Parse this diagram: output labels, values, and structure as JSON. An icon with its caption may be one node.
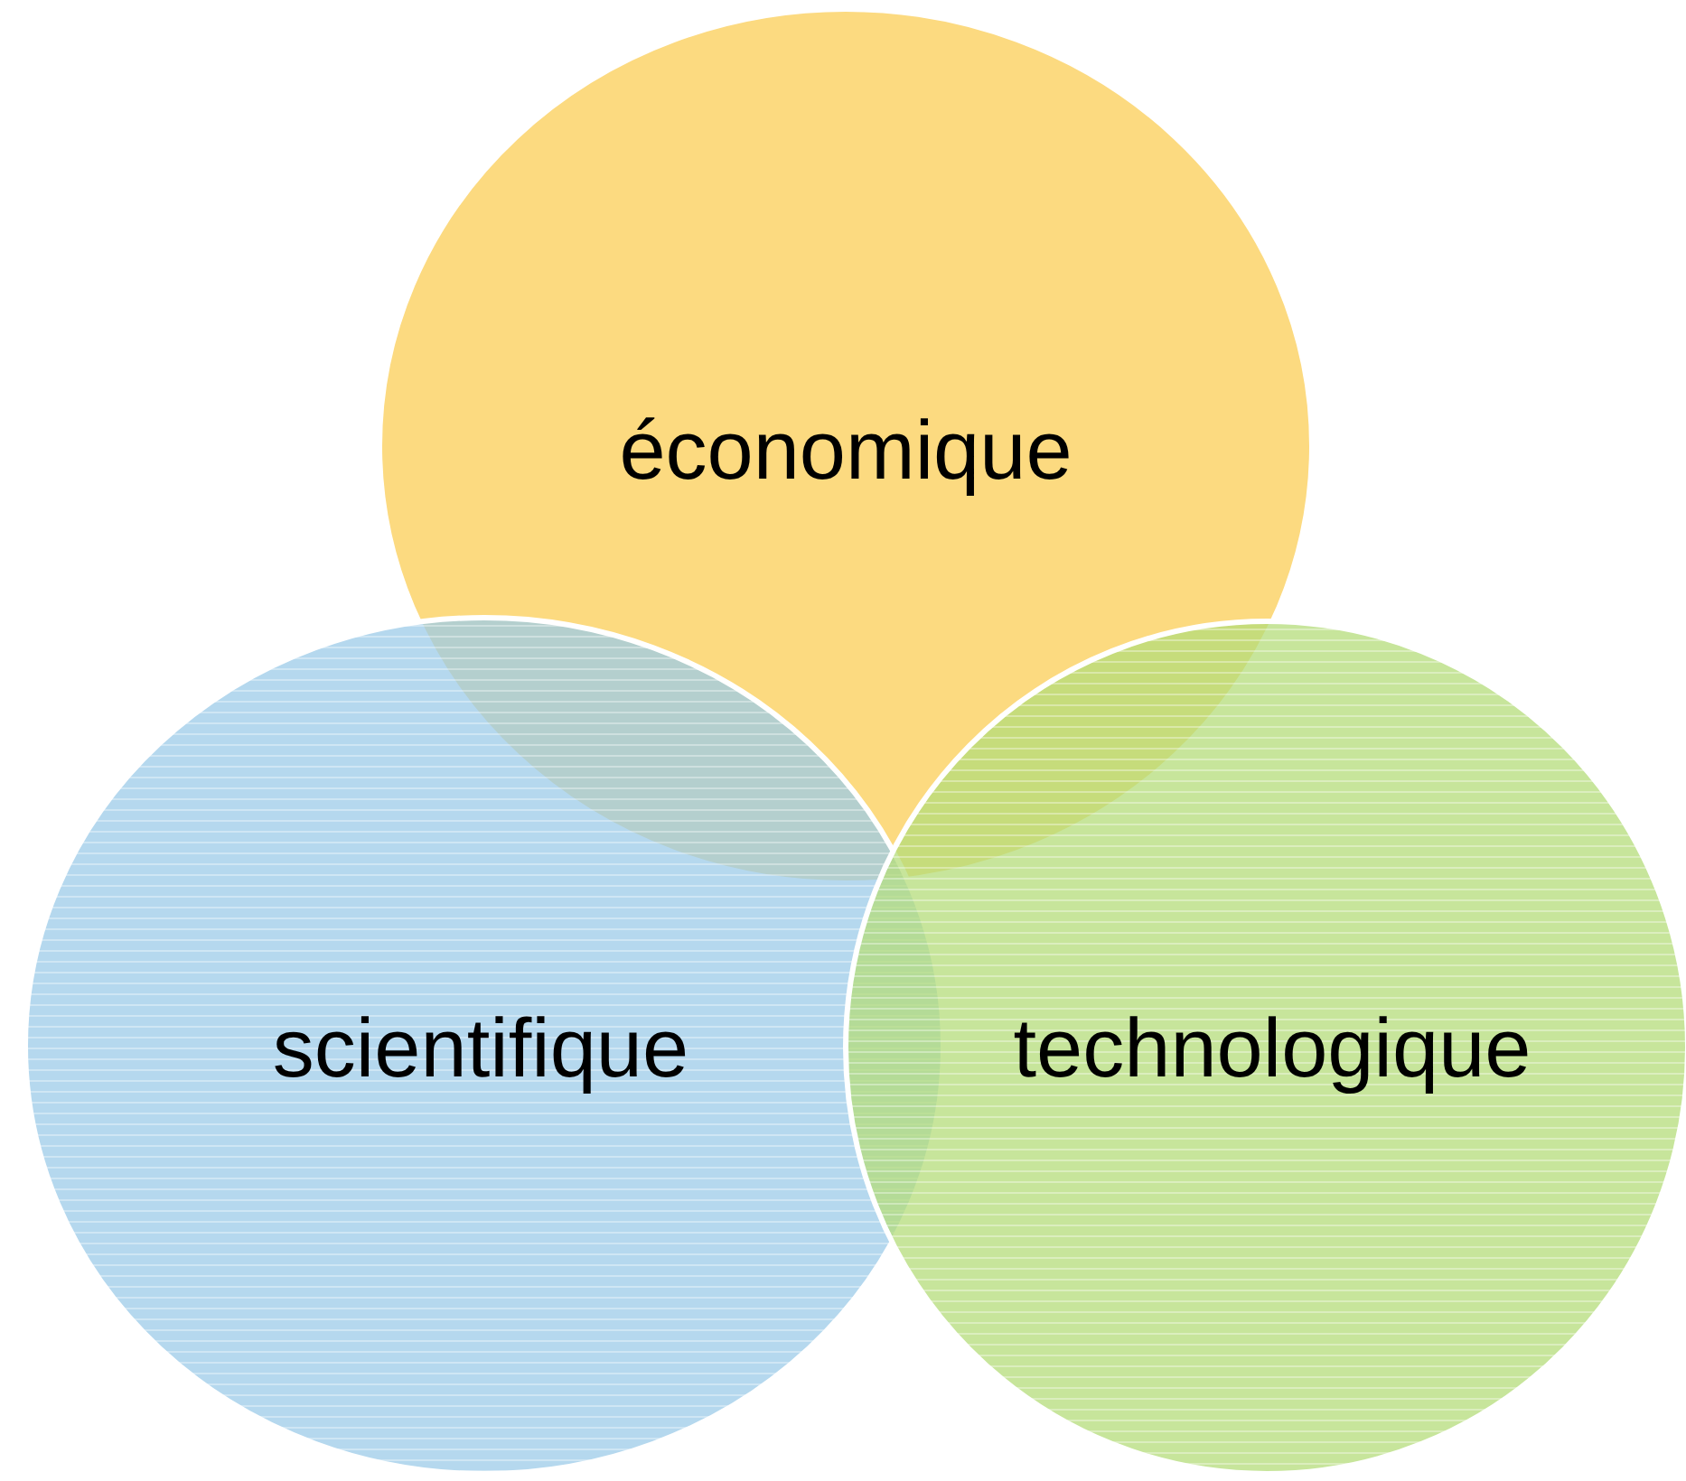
{
  "diagram": {
    "nodes": [
      {
        "text": [
          "économique"
        ]
      },
      {
        "text": [
          "scientifique"
        ]
      },
      {
        "text": [
          "technologique"
        ]
      }
    ]
  }
}
